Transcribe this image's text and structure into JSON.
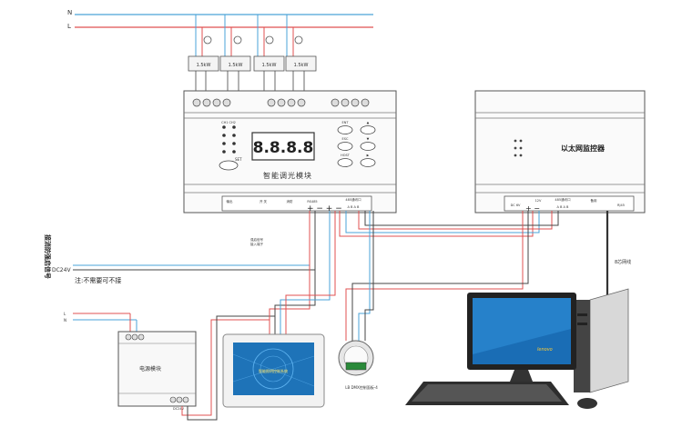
{
  "bus": {
    "n_label": "N",
    "l_label": "L"
  },
  "breakers": [
    {
      "label": "1.5kW"
    },
    {
      "label": "1.5kW"
    },
    {
      "label": "1.5kW"
    },
    {
      "label": "1.5kW"
    }
  ],
  "dimmer": {
    "display": "8.8.8.8",
    "name": "智能调光模块",
    "btn_left": "SET",
    "btn_r1c1": "ENT",
    "btn_r1c2": "▲",
    "btn_r2c1": "ESC",
    "btn_r2c2": "▼",
    "btn_r3c1": "HOST",
    "btn_r3c2": "▶",
    "leds": "CH1  CH2",
    "term_a": "输出",
    "term_b": "开 关",
    "term_c": "消防",
    "term_d": "RS485",
    "term_e": "485通讯口",
    "sub": "A B A B"
  },
  "fire_signal": {
    "vertical": "接消防强启信号",
    "dc": "DC24V",
    "note": "注:不需要可不接",
    "lines": "强启信号\n接入端子"
  },
  "ethernet": {
    "title": "以太网监控器",
    "term_a": "DC 6V",
    "term_b": "12V",
    "term_c": "485通讯口",
    "term_d": "备用",
    "term_e": "RJ45",
    "sub": "A B A B",
    "cable": "8芯网线"
  },
  "power": {
    "label": "电源模块",
    "bottom": "DC24V"
  },
  "touch": {
    "label": "智能照明控制系统"
  },
  "panel": {
    "label": "LB DMX控制面板-4"
  },
  "pc": {
    "brand": "lenovo"
  }
}
